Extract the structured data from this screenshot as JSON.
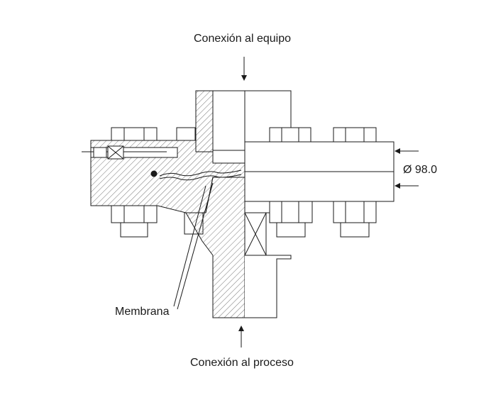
{
  "labels": {
    "equipment_connection": "Conexión al equipo",
    "process_connection": "Conexión al proceso",
    "membrane": "Membrana",
    "diameter": "Ø 98.0"
  },
  "colors": {
    "line": "#1a1a1a",
    "hatch": "#555555",
    "background": "#ffffff"
  }
}
